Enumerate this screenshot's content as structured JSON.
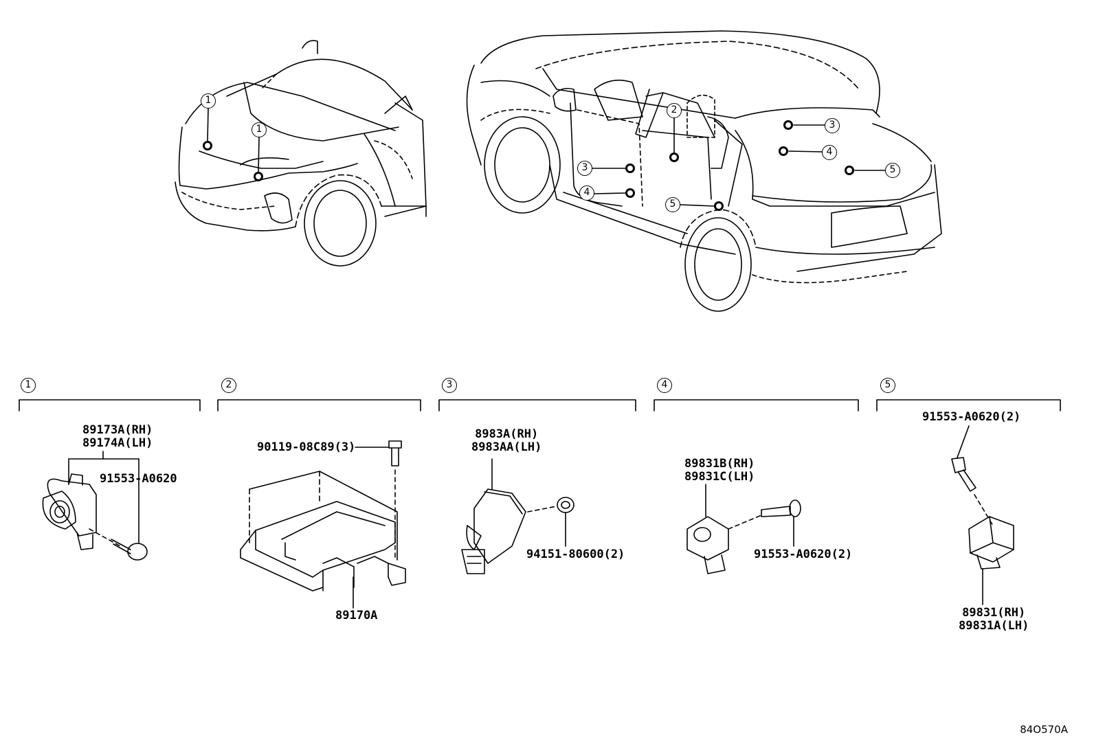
{
  "sections": [
    {
      "id": "1",
      "parts": [
        {
          "key": "sensor_rh",
          "lines": [
            "89173A(RH)",
            "89174A(LH)"
          ]
        },
        {
          "key": "bolt",
          "lines": [
            "91553-A0620"
          ]
        }
      ]
    },
    {
      "id": "2",
      "parts": [
        {
          "key": "screw",
          "lines": [
            "90119-08C89(3)"
          ]
        },
        {
          "key": "ecu",
          "lines": [
            "89170A"
          ]
        }
      ]
    },
    {
      "id": "3",
      "parts": [
        {
          "key": "sensor",
          "lines": [
            "8983A(RH)",
            "8983AA(LH)"
          ]
        },
        {
          "key": "nut",
          "lines": [
            "94151-80600(2)"
          ]
        }
      ]
    },
    {
      "id": "4",
      "parts": [
        {
          "key": "sensor",
          "lines": [
            "89831B(RH)",
            "89831C(LH)"
          ]
        },
        {
          "key": "bolt",
          "lines": [
            "91553-A0620(2)"
          ]
        }
      ]
    },
    {
      "id": "5",
      "parts": [
        {
          "key": "bolt",
          "lines": [
            "91553-A0620(2)"
          ]
        },
        {
          "key": "sensor",
          "lines": [
            "89831(RH)",
            "89831A(LH)"
          ]
        }
      ]
    }
  ],
  "vehicle_callouts": {
    "front": [
      "1",
      "1"
    ],
    "side": [
      "2",
      "3",
      "4",
      "5",
      "3",
      "4",
      "5"
    ]
  },
  "reference_code": "84O570A",
  "icons": [
    "front-vehicle-illustration",
    "rear-vehicle-illustration",
    "crash-sensor-icon",
    "airbag-ecu-icon",
    "bolt-icon",
    "nut-icon"
  ],
  "colors": {
    "line": "#000000",
    "background": "#ffffff"
  }
}
